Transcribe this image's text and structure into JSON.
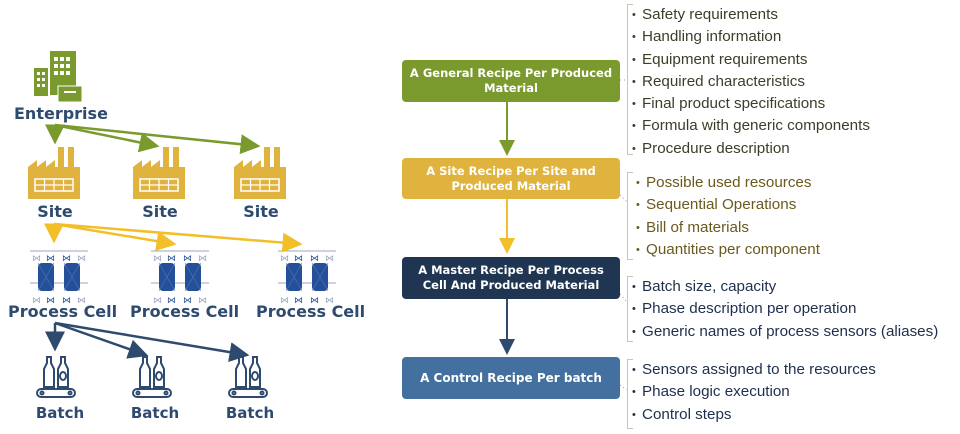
{
  "hierarchy": {
    "enterprise_label": "Enterprise",
    "site_labels": [
      "Site",
      "Site",
      "Site"
    ],
    "process_cell_labels": [
      "Process Cell",
      "Process Cell",
      "Process Cell"
    ],
    "batch_labels": [
      "Batch",
      "Batch",
      "Batch"
    ],
    "icons": {
      "enterprise": "office-building-icon",
      "site": "factory-icon",
      "process_cell": "reactor-vessels-icon",
      "batch": "bottles-conveyor-icon"
    }
  },
  "recipes": [
    {
      "title": "A General Recipe Per Produced Material",
      "color": "#7a9a2e",
      "items": [
        "Safety requirements",
        "Handling information",
        "Equipment requirements",
        "Required characteristics",
        "Final product specifications",
        "Formula with generic components",
        "Procedure  description"
      ],
      "item_color": "#3d3d2a"
    },
    {
      "title": "A Site Recipe Per Site and Produced Material",
      "color": "#e0b33e",
      "items": [
        "Possible used resources",
        "Sequential Operations",
        "Bill of materials",
        "Quantities per component"
      ],
      "item_color": "#6b5a1e"
    },
    {
      "title": "A Master Recipe Per Process Cell And Produced Material",
      "color": "#1f3552",
      "items": [
        "Batch size, capacity",
        "Phase description per operation",
        "Generic names of process sensors (aliases)"
      ],
      "item_color": "#1f2f4e"
    },
    {
      "title": "A Control Recipe Per batch",
      "color": "#44709f",
      "items": [
        "Sensors assigned to the resources",
        "Phase logic execution",
        "Control steps"
      ],
      "item_color": "#1f2f4e"
    }
  ],
  "colors": {
    "green": "#7a9a2e",
    "yellow": "#f2bf28",
    "gold": "#e0b33e",
    "navy": "#2e4a6e",
    "vessel": "#24509a"
  }
}
